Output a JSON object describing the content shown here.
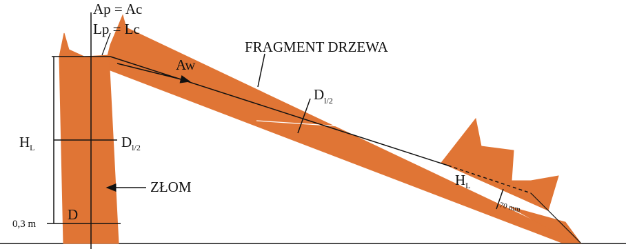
{
  "diagram": {
    "colors": {
      "fill": "#e07535",
      "stroke": "#111111",
      "background": "#ffffff"
    },
    "labels": {
      "ap_ac": "Ap = Ac",
      "lp_lc": "Lp = Lc",
      "aw": "Aw",
      "fragment": "FRAGMENT DRZEWA",
      "d_half_main": "D",
      "d_half_main_sub": "l/2",
      "d_half_trunk": "D",
      "d_half_trunk_sub": "l/2",
      "hl": "H",
      "hl_sub": "L",
      "hl_log": "H",
      "hl_log_sub": "L",
      "zlom": "ZŁOM",
      "d": "D",
      "height_mark": "0,3 m",
      "width_mark": "70 mm"
    }
  }
}
